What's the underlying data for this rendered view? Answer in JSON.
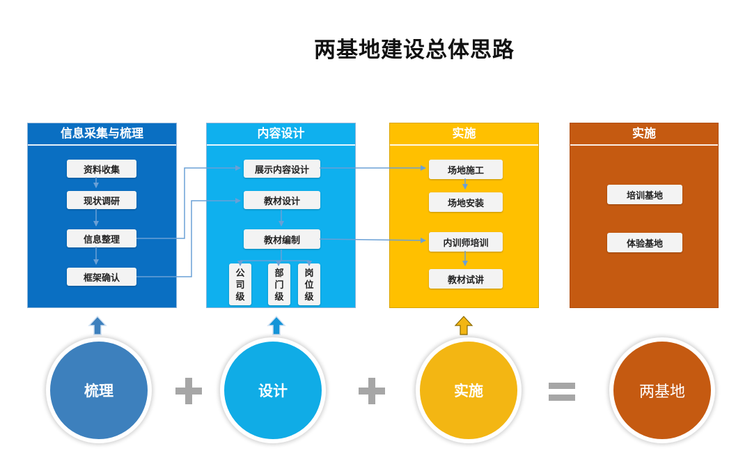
{
  "title": "两基地建设总体思路",
  "panels": [
    {
      "header": "信息采集与梳理",
      "color": "#0a6fc2",
      "items": [
        "资料收集",
        "现状调研",
        "信息整理",
        "框架确认"
      ]
    },
    {
      "header": "内容设计",
      "color": "#0fb0ee",
      "items": [
        "展示内容设计",
        "教材设计",
        "教材编制"
      ],
      "sub_items": [
        "公司级",
        "部门级",
        "岗位级"
      ]
    },
    {
      "header": "实施",
      "color": "#ffc000",
      "items": [
        "场地施工",
        "场地安装",
        "内训师培训",
        "教材试讲"
      ]
    },
    {
      "header": "实施",
      "color": "#c55a11",
      "items": [
        "培训基地",
        "体验基地"
      ]
    }
  ],
  "equation": {
    "terms": [
      "梳理",
      "设计",
      "实施",
      "两基地"
    ],
    "operators": [
      "+",
      "+",
      "="
    ]
  },
  "colors": {
    "connector": "#6aa0d6",
    "operator": "#a6a6a6",
    "arrow_blue": "#3d80bd",
    "arrow_gold": "#f3b613"
  }
}
